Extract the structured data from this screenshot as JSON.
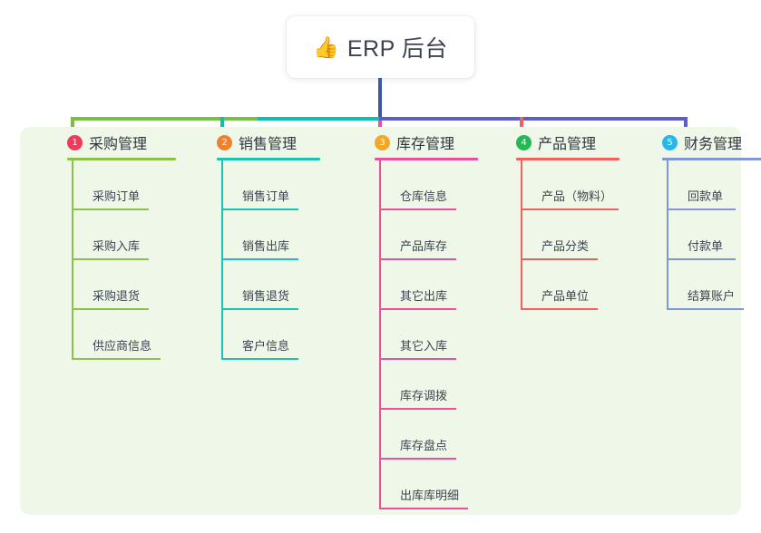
{
  "title": {
    "icon": "thumbs-up-icon",
    "emoji": "👍",
    "text": "ERP 后台"
  },
  "colors": {
    "panel_bg": "#eef7e8",
    "page_bg": "#ffffff",
    "stem": "#3d56b2",
    "bus_green": "#7ac143",
    "bus_teal": "#0dbfae",
    "bus_blue": "#5b5fc7"
  },
  "connectors": {
    "bus_segments": [
      {
        "name": "green-segment",
        "color": "#7ac143"
      },
      {
        "name": "teal-segment",
        "color": "#0dbfae"
      },
      {
        "name": "blue-segment",
        "color": "#5b5fc7"
      }
    ],
    "drops": [
      {
        "name": "drop-to-purchasing",
        "color": "#7ac143"
      },
      {
        "name": "drop-to-sales",
        "color": "#0dbfae"
      },
      {
        "name": "drop-to-inventory",
        "color": "#ef4e9b"
      },
      {
        "name": "drop-to-product",
        "color": "#f4605b"
      },
      {
        "name": "drop-to-finance",
        "color": "#5b5fc7"
      }
    ]
  },
  "columns": [
    {
      "number": "1",
      "badge_color": "#ef3b5b",
      "title": "采购管理",
      "line_color": "#8bc34a",
      "rule_width": 120,
      "items": [
        {
          "label": "采购订单",
          "rule_width": 85
        },
        {
          "label": "采购入库",
          "rule_width": 85
        },
        {
          "label": "采购退货",
          "rule_width": 85
        },
        {
          "label": "供应商信息",
          "rule_width": 98
        }
      ]
    },
    {
      "number": "2",
      "badge_color": "#f0802e",
      "title": "销售管理",
      "line_color": "#18c5b4",
      "rule_width": 114,
      "items": [
        {
          "label": "销售订单",
          "rule_width": 85
        },
        {
          "label": "销售出库",
          "rule_width": 85
        },
        {
          "label": "销售退货",
          "rule_width": 85
        },
        {
          "label": "客户信息",
          "rule_width": 85
        }
      ]
    },
    {
      "number": "3",
      "badge_color": "#f5a623",
      "title": "库存管理",
      "line_color": "#ef4e9b",
      "rule_width": 114,
      "items": [
        {
          "label": "仓库信息",
          "rule_width": 85
        },
        {
          "label": "产品库存",
          "rule_width": 85
        },
        {
          "label": "其它出库",
          "rule_width": 85
        },
        {
          "label": "其它入库",
          "rule_width": 85
        },
        {
          "label": "库存调拨",
          "rule_width": 85
        },
        {
          "label": "库存盘点",
          "rule_width": 85
        },
        {
          "label": "出库库明细",
          "rule_width": 98
        }
      ]
    },
    {
      "number": "4",
      "badge_color": "#21ba54",
      "title": "产品管理",
      "line_color": "#f4605b",
      "rule_width": 114,
      "items": [
        {
          "label": "产品（物料）",
          "rule_width": 108
        },
        {
          "label": "产品分类",
          "rule_width": 85
        },
        {
          "label": "产品单位",
          "rule_width": 85
        }
      ]
    },
    {
      "number": "5",
      "badge_color": "#29b6e8",
      "title": "财务管理",
      "line_color": "#8096d6",
      "rule_width": 114,
      "items": [
        {
          "label": "回款单",
          "rule_width": 76
        },
        {
          "label": "付款单",
          "rule_width": 76
        },
        {
          "label": "结算账户",
          "rule_width": 85
        }
      ]
    }
  ]
}
